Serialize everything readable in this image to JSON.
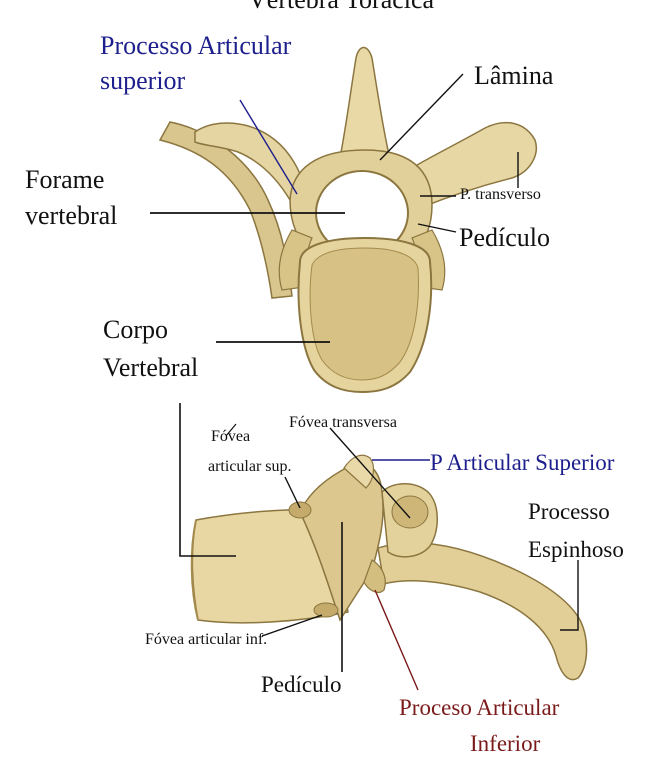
{
  "title": "Vértebra Torácica",
  "colors": {
    "bone": "#e3d29c",
    "bone_shade": "#b89f5e",
    "bone_dark": "#7a6430",
    "label_blue": "#1d1f8c",
    "label_red": "#7a1a1a",
    "line_black": "#111111"
  },
  "top_view": {
    "proc_art_sup_line1": "Processo Articular",
    "proc_art_sup_line2": "superior",
    "lamina": "Lâmina",
    "forame_line1": "Forame",
    "forame_line2": "vertebral",
    "p_transverso": "P. transverso",
    "pediculo": "Pedículo",
    "corpo_line1": "Corpo",
    "corpo_line2": "Vertebral"
  },
  "side_view": {
    "fovea_art_sup_line1": "Fóvea",
    "fovea_art_sup_line2": "articular sup.",
    "fovea_transversa": "Fóvea transversa",
    "p_articular_superior": "P Articular Superior",
    "processo_espinhoso_line1": "Processo",
    "processo_espinhoso_line2": "Espinhoso",
    "fovea_art_inf": "Fóvea articular inf.",
    "pediculo": "Pedículo",
    "proc_art_inf_line1": "Proceso Articular",
    "proc_art_inf_line2": "Inferior"
  }
}
